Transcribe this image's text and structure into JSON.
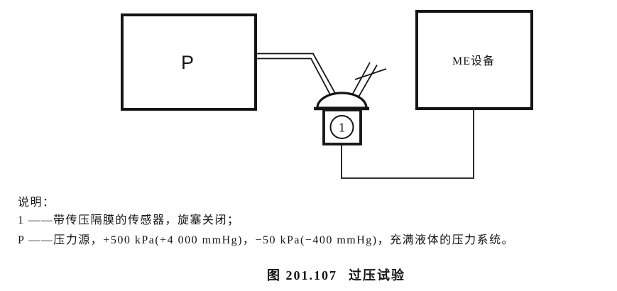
{
  "figure": {
    "diagram": {
      "pressure_source_label": "P",
      "me_equipment_label": "ME设备",
      "sensor_number": "1"
    },
    "legend": {
      "heading": "说明：",
      "items": [
        "1 ——带传压隔膜的传感器，旋塞关闭；",
        "P ——压力源，+500 kPa(+4 000 mmHg)，−50 kPa(−400 mmHg)，充满液体的压力系统。"
      ]
    },
    "caption": {
      "figure_label": "图 201.107",
      "title": "过压试验"
    },
    "colors": {
      "ink": "#151515",
      "background": "#ffffff"
    }
  }
}
